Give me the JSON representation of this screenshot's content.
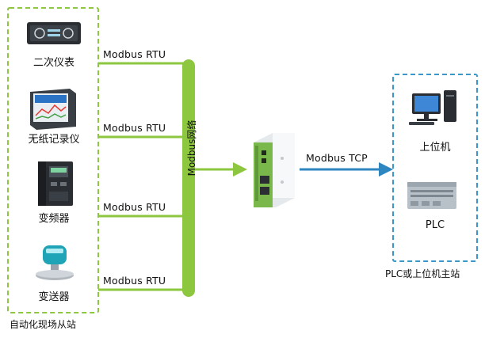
{
  "left_group": {
    "caption": "自动化现场从站",
    "devices": [
      {
        "label": "二次仪表",
        "protocol": "Modbus RTU"
      },
      {
        "label": "无纸记录仪",
        "protocol": "Modbus RTU"
      },
      {
        "label": "变频器",
        "protocol": "Modbus RTU"
      },
      {
        "label": "变送器",
        "protocol": "Modbus RTU"
      }
    ]
  },
  "bus": {
    "label": "Modbus网络"
  },
  "gateway": {
    "uplink_protocol": "Modbus TCP"
  },
  "right_group": {
    "caption": "PLC或上位机主站",
    "devices": [
      {
        "label": "上位机"
      },
      {
        "label": "PLC"
      }
    ]
  },
  "colors": {
    "green": "#8dc63f",
    "blue": "#2e86c1",
    "dashed_blue": "#3a97c9"
  }
}
